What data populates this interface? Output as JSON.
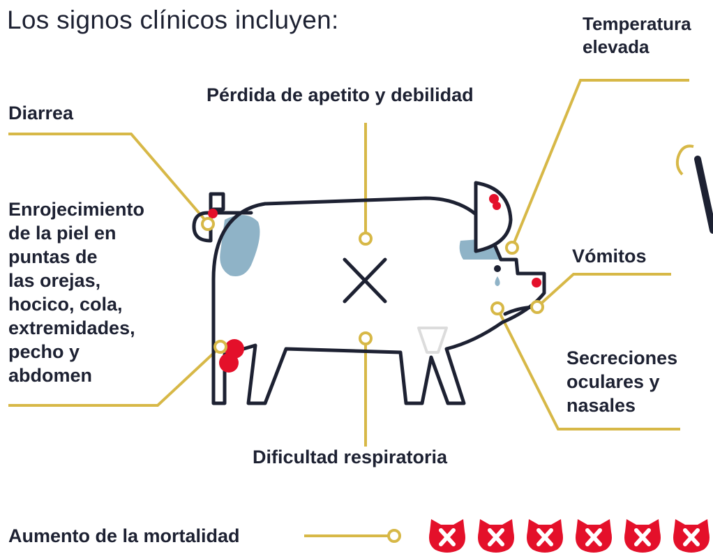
{
  "header": {
    "title": "Los signos clínicos incluyen:"
  },
  "signs": {
    "fever": "Temperatura\nelevada",
    "appetite": "Pérdida de apetito y debilidad",
    "diarrhea": "Diarrea",
    "skin": "Enrojecimiento\nde la piel en\npuntas de\nlas orejas,\nhocico, cola,\nextremidades,\npecho y\nabdomen",
    "vomiting": "Vómitos",
    "secretions": "Secreciones\noculares y\nnasales",
    "breathing": "Dificultad respiratoria",
    "mortality": "Aumento de la mortalidad"
  },
  "colors": {
    "navy": "#1d2132",
    "gold": "#d7b847",
    "red": "#e4102a",
    "blue": "#8fb3c7"
  },
  "mortality_icons": [
    "dead-pig-icon",
    "dead-pig-icon",
    "dead-pig-icon",
    "dead-pig-icon",
    "dead-pig-icon",
    "dead-pig-icon"
  ]
}
